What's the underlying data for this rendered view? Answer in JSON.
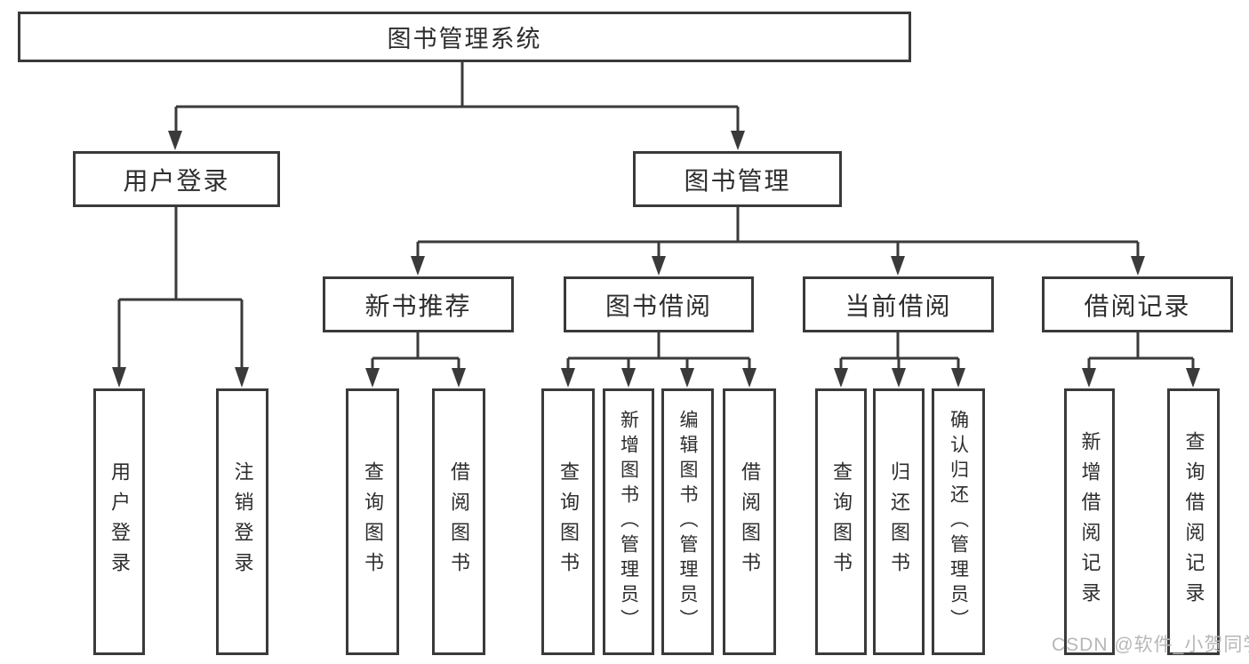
{
  "diagram_title": "图书管理系统",
  "tree": {
    "label": "图书管理系统",
    "children": [
      {
        "label": "用户登录",
        "children": [
          {
            "label": "用户登录"
          },
          {
            "label": "注销登录"
          }
        ]
      },
      {
        "label": "图书管理",
        "children": [
          {
            "label": "新书推荐",
            "children": [
              {
                "label": "查询图书"
              },
              {
                "label": "借阅图书"
              }
            ]
          },
          {
            "label": "图书借阅",
            "children": [
              {
                "label": "查询图书"
              },
              {
                "label": "新增图书（管理员）"
              },
              {
                "label": "编辑图书（管理员）"
              },
              {
                "label": "借阅图书"
              }
            ]
          },
          {
            "label": "当前借阅",
            "children": [
              {
                "label": "查询图书"
              },
              {
                "label": "归还图书"
              },
              {
                "label": "确认归还（管理员）"
              }
            ]
          },
          {
            "label": "借阅记录",
            "children": [
              {
                "label": "新增借阅记录"
              },
              {
                "label": "查询借阅记录"
              }
            ]
          }
        ]
      }
    ]
  },
  "watermark": {
    "text": "CSDN @软件_小贺同学"
  },
  "colors": {
    "background": "#ffffff",
    "line": "#3a3a3a",
    "box_border": "#3a3a3a",
    "text": "#2d2d2d",
    "watermark": "#b9b6b6"
  }
}
